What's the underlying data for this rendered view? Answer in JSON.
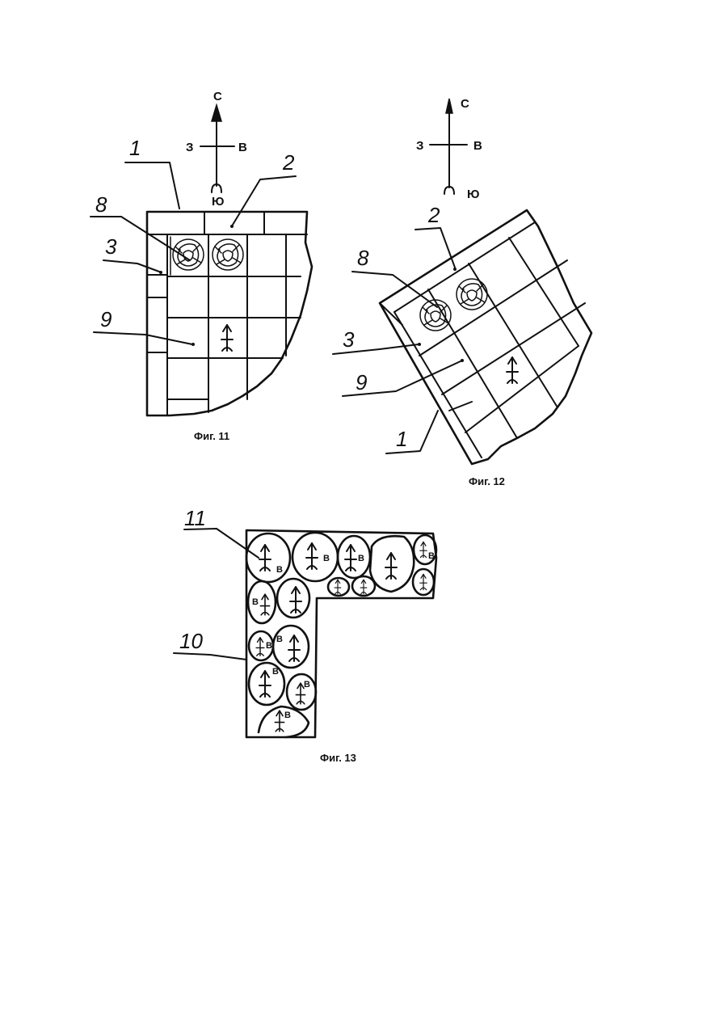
{
  "figures": {
    "fig11": {
      "caption": "Фиг. 11",
      "compass": {
        "north": "С",
        "west": "З",
        "east": "В",
        "south": "Ю"
      },
      "labels": {
        "l1": "1",
        "l2": "2",
        "l3": "3",
        "l8": "8",
        "l9": "9"
      }
    },
    "fig12": {
      "caption": "Фиг. 12",
      "compass": {
        "north": "С",
        "west": "З",
        "east": "В",
        "south": "Ю"
      },
      "labels": {
        "l1": "1",
        "l2": "2",
        "l3": "3",
        "l8": "8",
        "l9": "9"
      }
    },
    "fig13": {
      "caption": "Фиг. 13",
      "labels": {
        "l10": "10",
        "l11": "11"
      },
      "stone_mark": "В"
    }
  }
}
